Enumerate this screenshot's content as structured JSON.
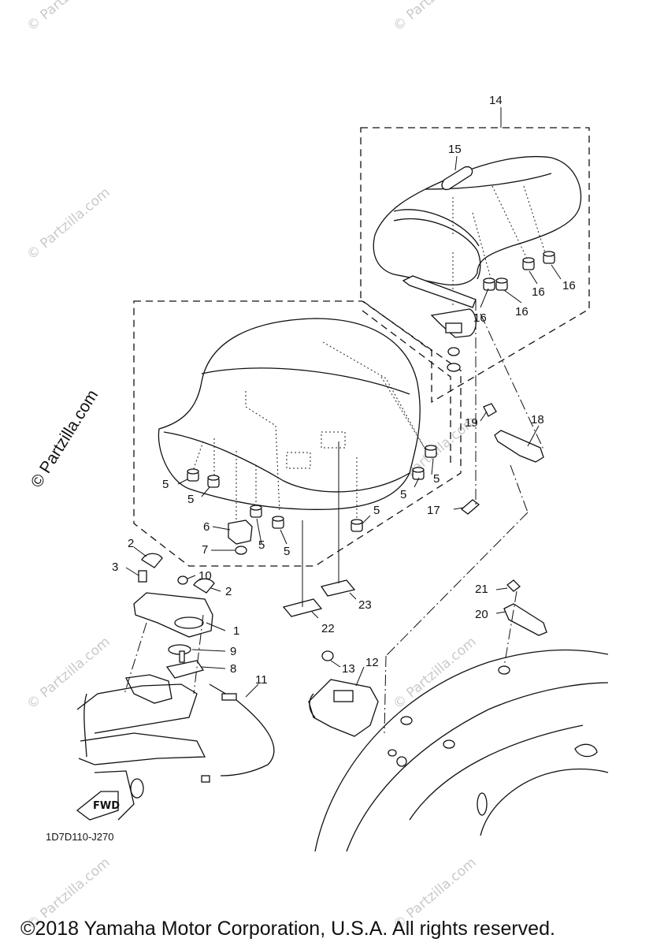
{
  "diagram_code": "1D7D110-J270",
  "copyright": "©2018 Yamaha Motor Corporation, U.S.A. All rights reserved.",
  "watermark_text": "© Partzilla.com",
  "fwd_label": "FWD",
  "callouts": {
    "c1": "1",
    "c2a": "2",
    "c2b": "2",
    "c3": "3",
    "c5a": "5",
    "c5b": "5",
    "c5c": "5",
    "c5d": "5",
    "c5e": "5",
    "c5f": "5",
    "c5g": "5",
    "c6": "6",
    "c7": "7",
    "c8": "8",
    "c9": "9",
    "c10": "10",
    "c11": "11",
    "c12": "12",
    "c13": "13",
    "c14": "14",
    "c15": "15",
    "c16a": "16",
    "c16b": "16",
    "c16c": "16",
    "c16d": "16",
    "c17": "17",
    "c18": "18",
    "c19": "19",
    "c20": "20",
    "c21": "21",
    "c22": "22",
    "c23": "23"
  }
}
